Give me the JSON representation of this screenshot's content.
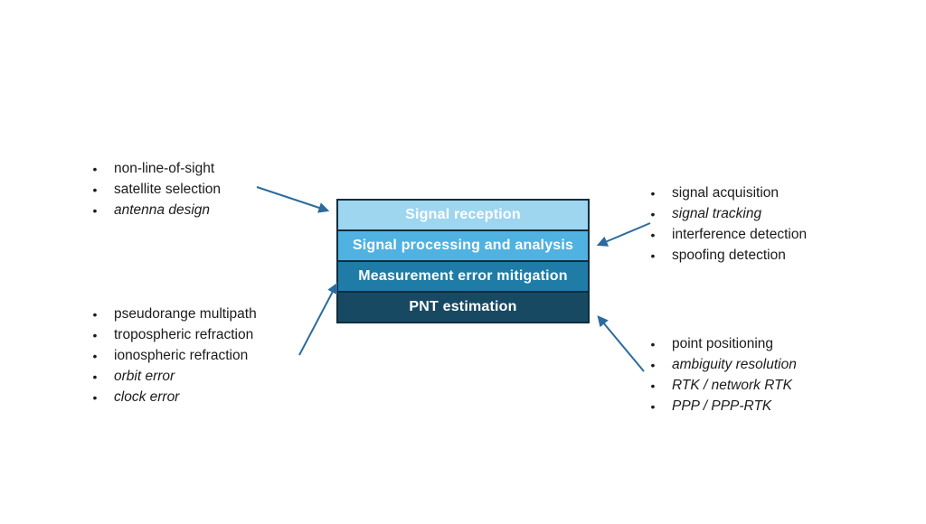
{
  "stack": {
    "border_color": "#0f2d3d",
    "text_color": "#ffffff",
    "layers": [
      {
        "label": "Signal reception",
        "fill": "#9ed6f0"
      },
      {
        "label": "Signal processing and analysis",
        "fill": "#4fb2e1"
      },
      {
        "label": "Measurement error mitigation",
        "fill": "#1e7ca7"
      },
      {
        "label": "PNT estimation",
        "fill": "#174a62"
      }
    ]
  },
  "arrows": {
    "color": "#2c6c9c"
  },
  "lists": {
    "bullet_char": "•",
    "top_left": {
      "items": [
        {
          "text": "non-line-of-sight",
          "italic": false
        },
        {
          "text": "satellite selection",
          "italic": false
        },
        {
          "text": "antenna design",
          "italic": true
        }
      ]
    },
    "top_right": {
      "items": [
        {
          "text": "signal acquisition",
          "italic": false
        },
        {
          "text": "signal tracking",
          "italic": true
        },
        {
          "text": "interference detection",
          "italic": false
        },
        {
          "text": "spoofing detection",
          "italic": false
        }
      ]
    },
    "bottom_left": {
      "items": [
        {
          "text": "pseudorange multipath",
          "italic": false
        },
        {
          "text": "tropospheric refraction",
          "italic": false
        },
        {
          "text": "ionospheric refraction",
          "italic": false
        },
        {
          "text": "orbit error",
          "italic": true
        },
        {
          "text": "clock error",
          "italic": true
        }
      ]
    },
    "bottom_right": {
      "items": [
        {
          "text": "point positioning",
          "italic": false
        },
        {
          "text": "ambiguity resolution",
          "italic": true
        },
        {
          "text": "RTK / network RTK",
          "italic": true
        },
        {
          "text": "PPP / PPP-RTK",
          "italic": true
        }
      ]
    }
  }
}
